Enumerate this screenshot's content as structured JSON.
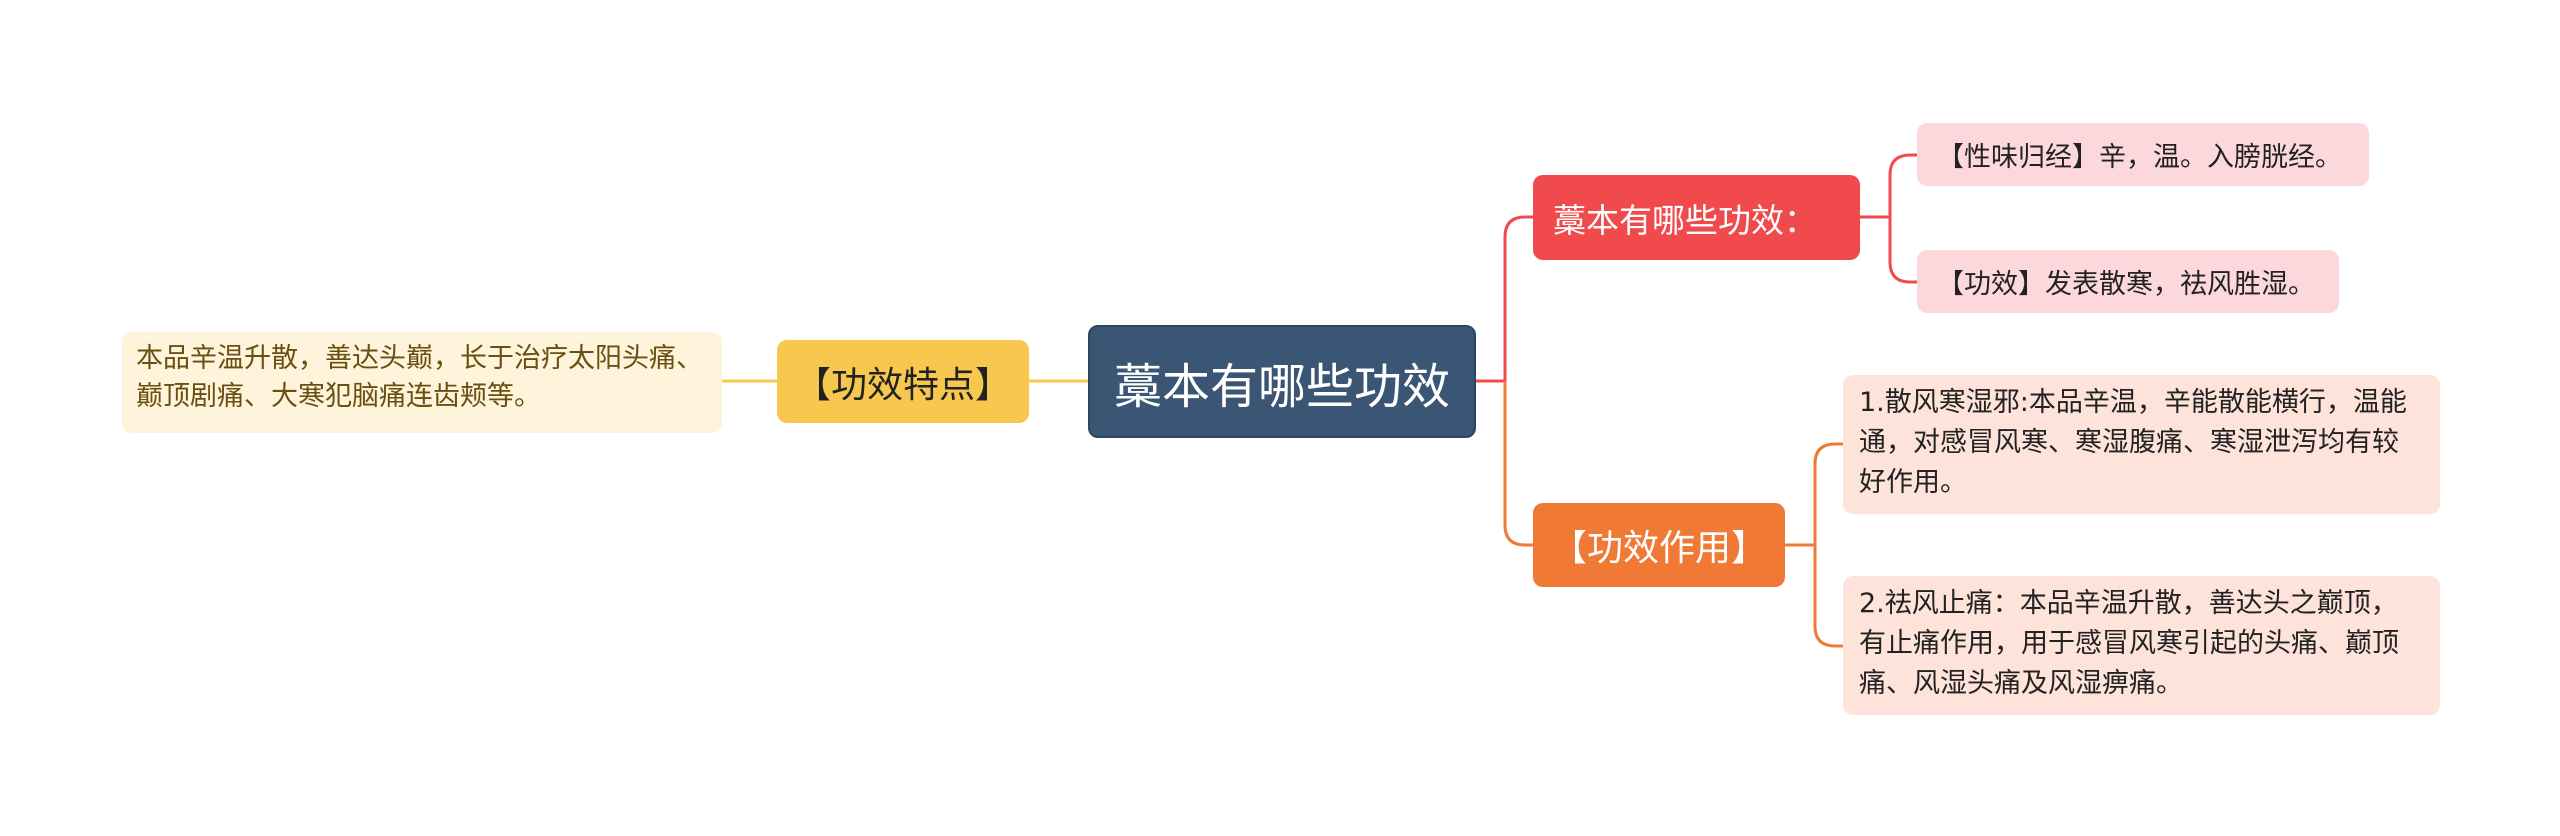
{
  "center": {
    "label": "藁本有哪些功效"
  },
  "right_top": {
    "label": "藁本有哪些功效：",
    "color": "#f04a4d",
    "leaves": [
      {
        "text": "【性味归经】辛，温。入膀胱经。"
      },
      {
        "text": "【功效】发表散寒，祛风胜湿。"
      }
    ]
  },
  "right_bottom": {
    "label": "【功效作用】",
    "color": "#f07935",
    "leaves": [
      {
        "text": "1.散风寒湿邪:本品辛温，辛能散能横行，温能通，对感冒风寒、寒湿腹痛、寒湿泄泻均有较好作用。"
      },
      {
        "text": "2.祛风止痛：本品辛温升散，善达头之巅顶，有止痛作用，用于感冒风寒引起的头痛、巅顶痛、风湿头痛及风湿痹痛。"
      }
    ]
  },
  "left": {
    "label": "【功效特点】",
    "color": "#f8c84e",
    "leaves": [
      {
        "text": "本品辛温升散，善达头巅，长于治疗太阳头痛、巅顶剧痛、大寒犯脑痛连齿颊等。"
      }
    ]
  },
  "center_color": "#3b5674"
}
